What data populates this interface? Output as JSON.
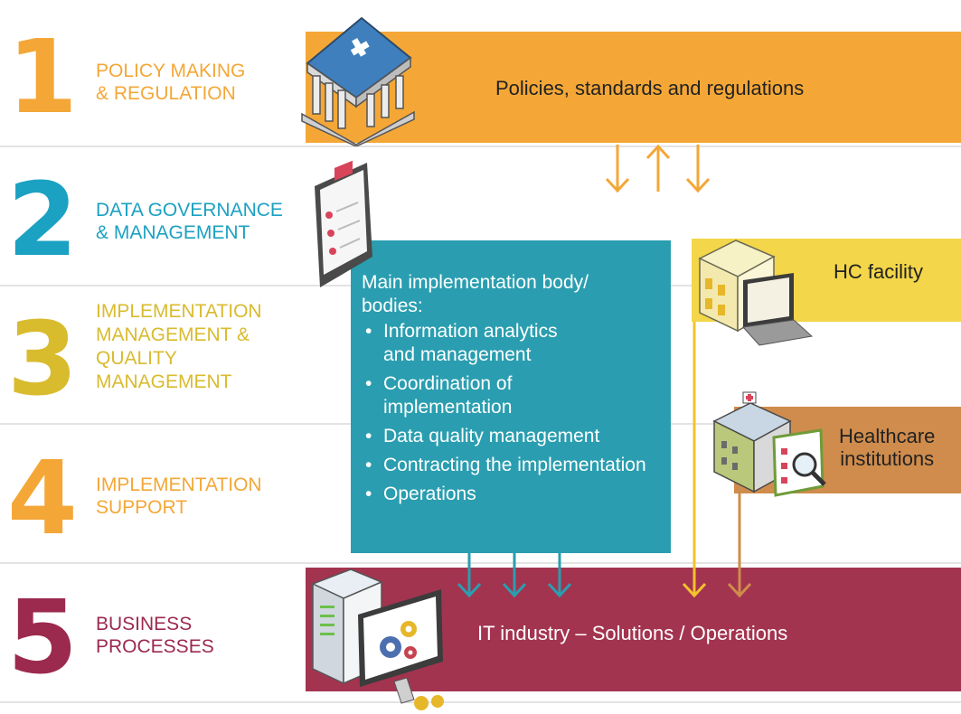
{
  "levels": [
    {
      "number": "1",
      "line1": "POLICY MAKING",
      "line2": "& REGULATION",
      "color": "#f4a737"
    },
    {
      "number": "2",
      "line1": "DATA GOVERNANCE",
      "line2": "& MANAGEMENT",
      "color": "#1ba1c2"
    },
    {
      "number": "3",
      "line1": "IMPLEMENTATION",
      "line2": "MANAGEMENT &",
      "line3": "QUALITY",
      "line4": "MANAGEMENT",
      "color": "#d9bb2e"
    },
    {
      "number": "4",
      "line1": "IMPLEMENTATION",
      "line2": "SUPPORT",
      "color": "#f4a737"
    },
    {
      "number": "5",
      "line1": "BUSINESS",
      "line2": "PROCESSES",
      "color": "#9b2a4e"
    }
  ],
  "bands": {
    "policies": "Policies, standards and regulations",
    "hc_facility": "HC facility",
    "healthcare_line1": "Healthcare",
    "healthcare_line2": "institutions",
    "it_industry": "IT industry – Solutions / Operations"
  },
  "main_body": {
    "title_line1": "Main implementation body/",
    "title_line2": "bodies:",
    "items": [
      "Information analytics and management",
      "Coordination of implementation",
      "Data quality management",
      "Contracting the implementation",
      "Operations"
    ]
  },
  "colors": {
    "orange": "#f4a737",
    "teal": "#2a9eb0",
    "yellow": "#f3d649",
    "brown": "#cf8c4c",
    "maroon": "#a3344f"
  },
  "icons": [
    "government-building-icon",
    "tablet-document-icon",
    "hc-facility-building-icon",
    "laptop-icon",
    "hospital-building-icon",
    "magnifier-report-icon",
    "server-icon",
    "monitor-gears-icon"
  ]
}
